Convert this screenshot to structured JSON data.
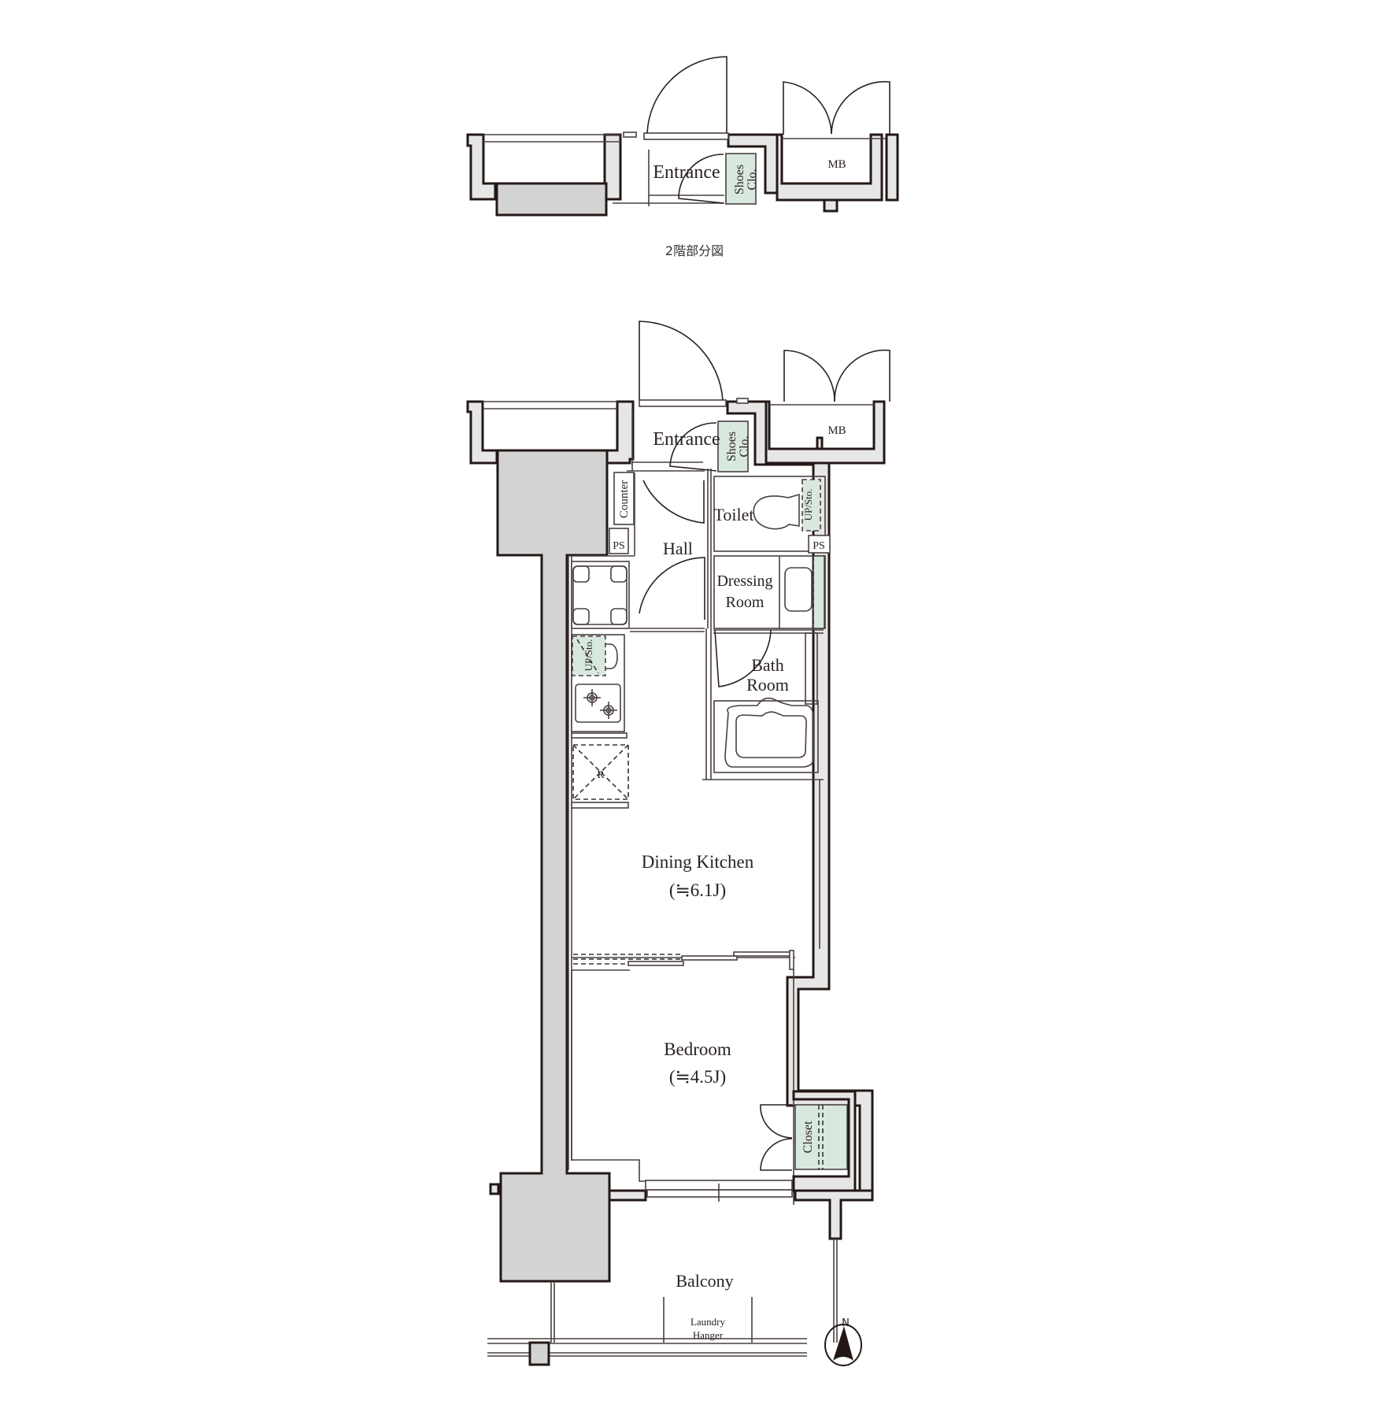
{
  "floor2_partial": {
    "caption": "2階部分図",
    "rooms": {
      "entrance": "Entrance",
      "shoes_clo_1": "Shoes",
      "shoes_clo_2": "Clo.",
      "mb": "MB"
    }
  },
  "main_plan": {
    "rooms": {
      "entrance": "Entrance",
      "shoes_clo_1": "Shoes",
      "shoes_clo_2": "Clo.",
      "mb": "MB",
      "counter": "Counter",
      "ps_left": "PS",
      "ps_right": "PS",
      "hall": "Hall",
      "toilet": "Toilet",
      "toilet_upsto": "UP/Sto.",
      "dressing_1": "Dressing",
      "dressing_2": "Room",
      "bath_1": "Bath",
      "bath_2": "Room",
      "kitchen_upsto": "UP/Sto.",
      "fridge": "R",
      "dining_kitchen": "Dining Kitchen",
      "dining_kitchen_size": "(≒6.1J)",
      "bedroom": "Bedroom",
      "bedroom_size": "(≒4.5J)",
      "closet": "Closet",
      "balcony": "Balcony",
      "laundry_1": "Laundry",
      "laundry_2": "Hanger"
    },
    "compass": {
      "label": "N"
    }
  },
  "colors": {
    "wall_fill": "#e6e6e6",
    "pillar_fill": "#d3d3d3",
    "storage_green": "#d9e8df",
    "line": "#231815"
  }
}
